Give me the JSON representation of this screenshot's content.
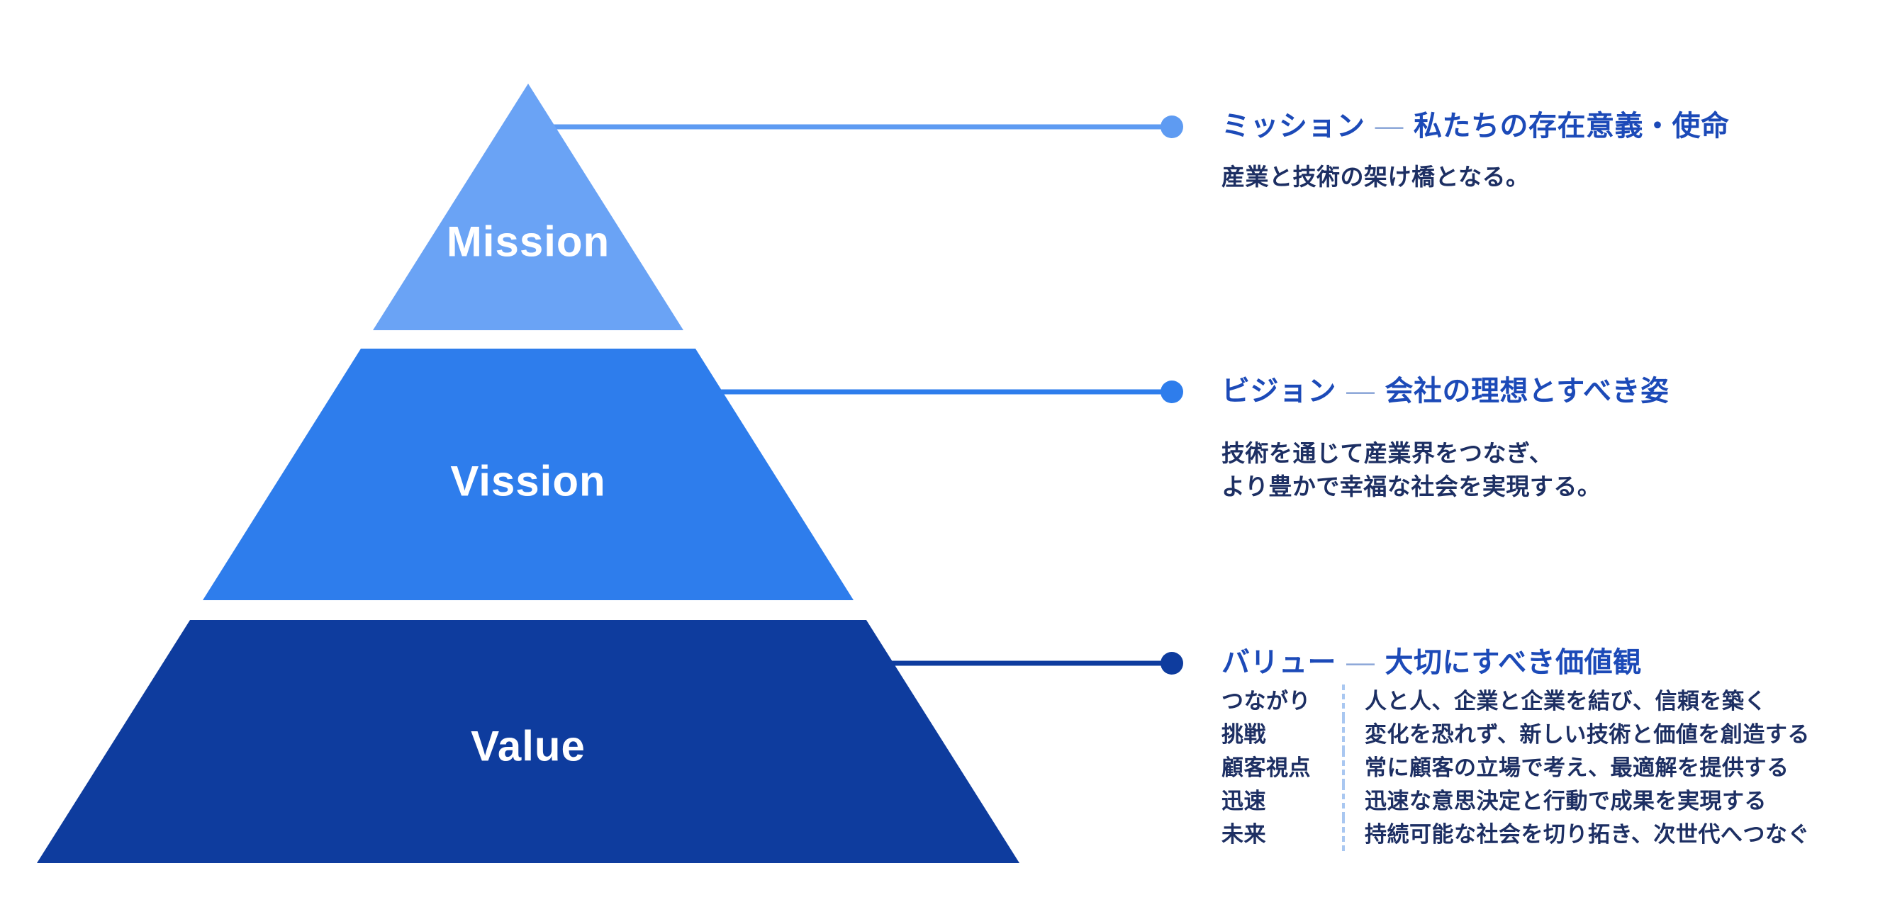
{
  "palette": {
    "background": "#FFFFFF",
    "title_text": "#1C4AB8",
    "dash": "#8FA9D9",
    "body_text": "#1D2F63",
    "divider": "#A9C7F1",
    "pyramid_label_text": "#FFFFFF"
  },
  "diagram": {
    "pyramid": {
      "levels": [
        {
          "label": "Mission",
          "color": "#6AA3F5"
        },
        {
          "label": "Vission",
          "color": "#2E7DEC"
        },
        {
          "label": "Value",
          "color": "#0E3C9E"
        }
      ]
    },
    "annotations": [
      {
        "title": "ミッション",
        "dash": "―",
        "subtitle": "私たちの存在意義・使命",
        "accent": "#5E9BF2",
        "body": [
          "産業と技術の架け橋となる。"
        ]
      },
      {
        "title": "ビジョン",
        "dash": "―",
        "subtitle": "会社の理想とすべき姿",
        "accent": "#2E7DEC",
        "body": [
          "技術を通じて産業界をつなぎ、",
          "より豊かで幸福な社会を実現する。"
        ]
      },
      {
        "title": "バリュー",
        "dash": "―",
        "subtitle": "大切にすべき価値観",
        "accent": "#0E3C9E",
        "values": [
          {
            "label": "つながり",
            "desc": "人と人、企業と企業を結び、信頼を築く"
          },
          {
            "label": "挑戦",
            "desc": "変化を恐れず、新しい技術と価値を創造する"
          },
          {
            "label": "顧客視点",
            "desc": "常に顧客の立場で考え、最適解を提供する"
          },
          {
            "label": "迅速",
            "desc": "迅速な意思決定と行動で成果を実現する"
          },
          {
            "label": "未来",
            "desc": "持続可能な社会を切り拓き、次世代へつなぐ"
          }
        ]
      }
    ]
  }
}
